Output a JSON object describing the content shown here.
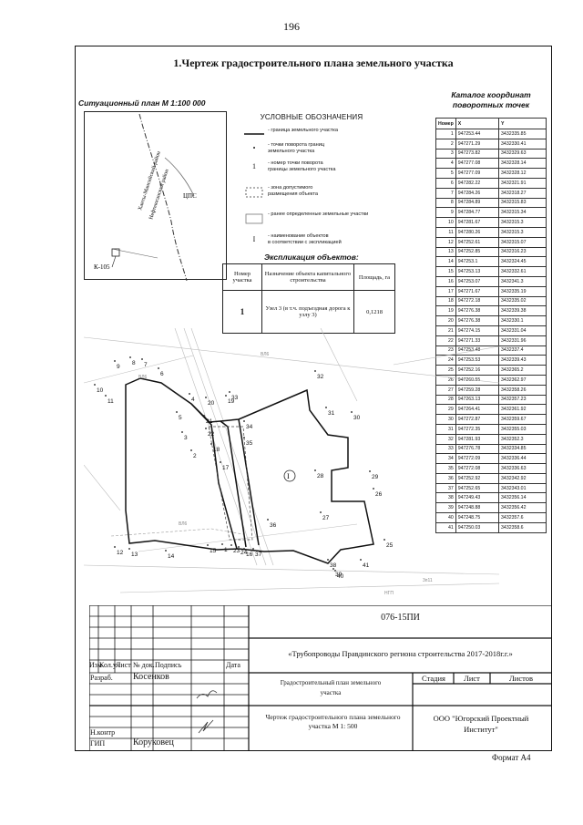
{
  "page_number": "196",
  "document_title": "1.Чертеж градостроительного плана земельного участка",
  "situation_plan": {
    "title": "Ситуационный план М 1:100 000",
    "labels": [
      "Ханты-Мансийский район",
      "Нефтеюганский район",
      "ЦПС",
      "К-105"
    ]
  },
  "legend": {
    "title": "УСЛОВНЫЕ ОБОЗНАЧЕНИЯ",
    "items": [
      {
        "symbol": "",
        "text": "- граница земельного участка"
      },
      {
        "symbol": "•",
        "text": "- точки поворота границ\nземельного участка"
      },
      {
        "symbol": "1",
        "text": "- номер точки поворота\nграницы земельного участка"
      },
      {
        "symbol": "",
        "text": "- зона допустимого\nразмещения объекта"
      },
      {
        "symbol": "",
        "text": "- ранее определенные земельные участки"
      },
      {
        "symbol": "I",
        "text": "- наименование объектов\nв соответствии с экспликацией"
      }
    ]
  },
  "explication": {
    "title": "Экспликация объектов:",
    "headers": [
      "Номер участка",
      "Назначение объекта капитального строительства",
      "Площадь, га"
    ],
    "rows": [
      [
        "1",
        "Узел 3 (в т.ч. подъездная дорога к узлу 3)",
        "0,1218"
      ]
    ]
  },
  "catalog": {
    "title": "Каталог координат поворотных точек",
    "headers": [
      "Номер",
      "X",
      "Y"
    ],
    "rows": [
      [
        "1",
        "947253.44",
        "3432335.85"
      ],
      [
        "2",
        "947271.29",
        "3432330.41"
      ],
      [
        "3",
        "947273.82",
        "3432329.63"
      ],
      [
        "4",
        "947277.08",
        "3432328.14"
      ],
      [
        "5",
        "947277.09",
        "3432328.12"
      ],
      [
        "6",
        "947282.22",
        "3432321.91"
      ],
      [
        "7",
        "947284.26",
        "3432318.27"
      ],
      [
        "8",
        "947284.89",
        "3432315.83"
      ],
      [
        "9",
        "947284.77",
        "3432315.34"
      ],
      [
        "10",
        "947281.67",
        "3432315.3"
      ],
      [
        "11",
        "947280.26",
        "3432315.3"
      ],
      [
        "12",
        "947252.61",
        "3432315.07"
      ],
      [
        "13",
        "947252.85",
        "3432316.23"
      ],
      [
        "14",
        "947253.1",
        "3432324.45"
      ],
      [
        "15",
        "947253.13",
        "3432332.61"
      ],
      [
        "16",
        "947253.07",
        "3432341.3"
      ],
      [
        "17",
        "947271.67",
        "3432335.19"
      ],
      [
        "18",
        "947272.18",
        "3432335.02"
      ],
      [
        "19",
        "947276.38",
        "3432339.38"
      ],
      [
        "20",
        "947276.38",
        "3432330.1"
      ],
      [
        "21",
        "947274.15",
        "3432331.04"
      ],
      [
        "22",
        "947271.33",
        "3432331.96"
      ],
      [
        "23",
        "947253.48",
        "3432337.4"
      ],
      [
        "24",
        "947253.53",
        "3432339.43"
      ],
      [
        "25",
        "947252.16",
        "3432365.2"
      ],
      [
        "26",
        "947260.55",
        "3432362.97"
      ],
      [
        "27",
        "947259.28",
        "3432358.26"
      ],
      [
        "28",
        "947263.13",
        "3432357.23"
      ],
      [
        "29",
        "947264.41",
        "3432361.92"
      ],
      [
        "30",
        "947272.87",
        "3432359.67"
      ],
      [
        "31",
        "947272.35",
        "3432355.03"
      ],
      [
        "32",
        "947281.93",
        "3432352.3"
      ],
      [
        "33",
        "947276.78",
        "3432334.85"
      ],
      [
        "34",
        "947272.09",
        "3432336.44"
      ],
      [
        "35",
        "947272.08",
        "3432336.63"
      ],
      [
        "36",
        "947252.92",
        "3432342.92"
      ],
      [
        "37",
        "947252.65",
        "3432343.01"
      ],
      [
        "38",
        "947249.43",
        "3432356.14"
      ],
      [
        "39",
        "947248.88",
        "3432356.42"
      ],
      [
        "40",
        "947248.75",
        "3432357.6"
      ],
      [
        "41",
        "947250.03",
        "3432358.6"
      ]
    ]
  },
  "plan": {
    "object_label": "I",
    "point_labels": [
      "1",
      "2",
      "3",
      "4",
      "5",
      "6",
      "7",
      "8",
      "9",
      "10",
      "11",
      "12",
      "13",
      "14",
      "15",
      "16",
      "17",
      "18",
      "19",
      "20",
      "21",
      "22",
      "23",
      "24",
      "25",
      "26",
      "27",
      "28",
      "29",
      "30",
      "31",
      "32",
      "33",
      "34",
      "35",
      "36",
      "37",
      "38",
      "39",
      "40",
      "41"
    ],
    "faint_labels": [
      "ВЛ6",
      "ВЛ6",
      "ВЛ6",
      "НГП",
      "3п11"
    ]
  },
  "title_block": {
    "code": "076-15ПИ",
    "project": "«Трубопроводы Правдинского региона строительства 2017-2018г.г.»",
    "col_headers": [
      "Изм",
      "Кол.уч",
      "Лист",
      "№ док.",
      "Подпись",
      "Дата"
    ],
    "role_developer": "Разраб.",
    "developer": "Косенков",
    "role_norm": "Н.контр",
    "role_gip": "ГИП",
    "gip": "Коруковец",
    "section_title": "Градостроительный план земельного участка",
    "stage_headers": [
      "Стадия",
      "Лист",
      "Листов"
    ],
    "sheet_title": "Чертеж градостроительного плана земельного участка М 1: 500",
    "organization": "ООО \"Югорский Проектный Институт\""
  },
  "format": "Формат А4"
}
